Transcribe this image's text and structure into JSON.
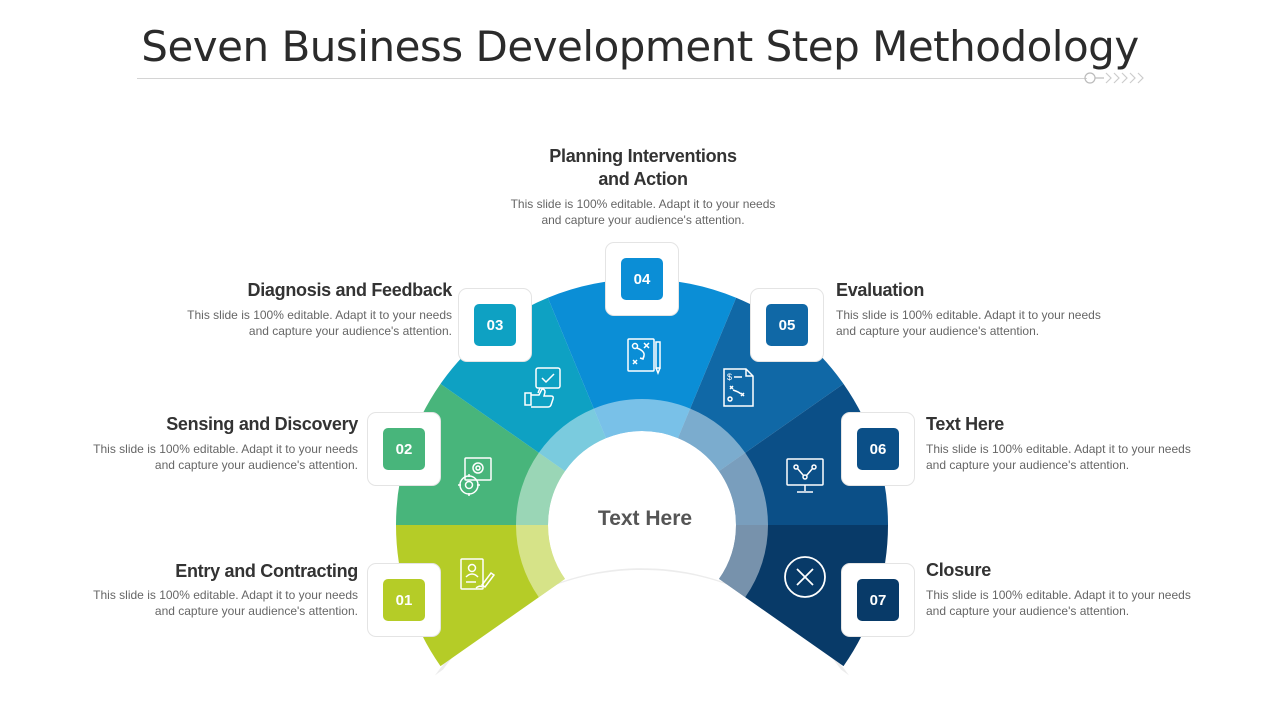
{
  "title": "Seven Business Development Step Methodology",
  "center_label": "Text Here",
  "steps": [
    {
      "number": "01",
      "title": "Entry and Contracting",
      "desc": "This slide is 100% editable. Adapt it to your needs and capture your audience's attention.",
      "color": "#b5cc27",
      "icon": "contract-sign-icon"
    },
    {
      "number": "02",
      "title": "Sensing and Discovery",
      "desc": "This slide is 100% editable. Adapt it to your needs and capture your audience's attention.",
      "color": "#48b57b",
      "icon": "discovery-gear-icon"
    },
    {
      "number": "03",
      "title": "Diagnosis and Feedback",
      "desc": "This slide is 100% editable. Adapt it to your needs and capture your audience's attention.",
      "color": "#0ea1c3",
      "icon": "feedback-thumb-icon"
    },
    {
      "number": "04",
      "title": "Planning Interventions and Action",
      "title_line1": "Planning Interventions",
      "title_line2": "and Action",
      "desc": "This slide is 100% editable. Adapt it to your needs and capture your audience's attention.",
      "desc_line1": "This slide is 100% editable. Adapt it to your needs",
      "desc_line2": "and capture your audience's attention.",
      "color": "#0b8ed6",
      "icon": "strategy-plan-icon"
    },
    {
      "number": "05",
      "title": "Evaluation",
      "desc": "This slide is 100% editable. Adapt it to your needs and capture your audience's attention.",
      "color": "#1068a6",
      "icon": "evaluation-document-icon"
    },
    {
      "number": "06",
      "title": "Text Here",
      "desc": "This slide is 100% editable. Adapt it to your needs and capture your audience's attention.",
      "color": "#0b4f87",
      "icon": "monitor-network-icon"
    },
    {
      "number": "07",
      "title": "Closure",
      "desc": "This slide is 100% editable. Adapt it to your needs and capture your audience's attention.",
      "color": "#083a68",
      "icon": "close-circle-icon"
    }
  ]
}
